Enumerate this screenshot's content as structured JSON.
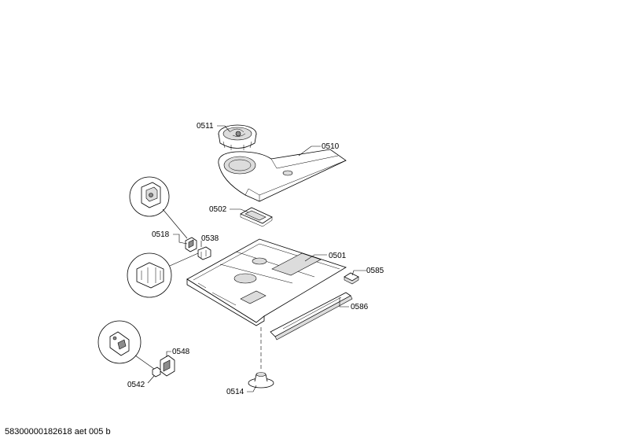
{
  "callouts": {
    "p0511": "0511",
    "p0510": "0510",
    "p0502": "0502",
    "p0518": "0518",
    "p0538": "0538",
    "p0501": "0501",
    "p0585": "0585",
    "p0586": "0586",
    "p0548": "0548",
    "p0542": "0542",
    "p0514": "0514"
  },
  "footer": {
    "document_code": "58300000182618 aet 005 b"
  }
}
